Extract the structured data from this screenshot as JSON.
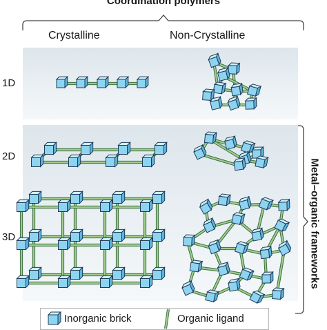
{
  "title": "Coordination polymers",
  "columns": {
    "left": "Crystalline",
    "right": "Non-Crystalline"
  },
  "rows": {
    "one": "1D",
    "two": "2D",
    "three": "3D"
  },
  "side_label": "Metal–organic frameworks",
  "legend": {
    "brick": "Inorganic brick",
    "ligand": "Organic ligand"
  },
  "colors": {
    "panel_top": "#dde6ec",
    "panel_bottom": "#f4f7f9",
    "cube_top": "#cfeefa",
    "cube_front": "#8ed4f0",
    "cube_side": "#5bb3dd",
    "cube_edge": "#1f3d57",
    "ligand": "#9ccd8f",
    "ligand_edge": "#3f6e3f"
  }
}
